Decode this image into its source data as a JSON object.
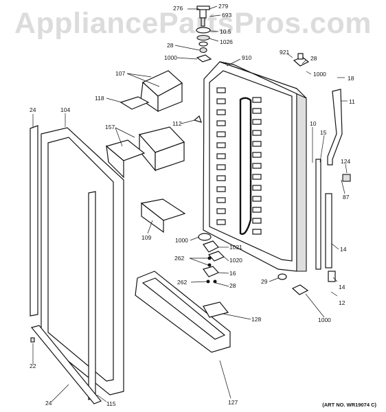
{
  "watermark": "AppliancePartsPros.com",
  "art_number": "(ART NO. WR19074 C)",
  "callouts": [
    {
      "id": "276"
    },
    {
      "id": "279"
    },
    {
      "id": "693"
    },
    {
      "id": "10.5"
    },
    {
      "id": "1026"
    },
    {
      "id": "28",
      "key": "top-left"
    },
    {
      "id": "1000",
      "key": "top"
    },
    {
      "id": "910"
    },
    {
      "id": "921"
    },
    {
      "id": "28",
      "key": "top-right"
    },
    {
      "id": "1000",
      "key": "right"
    },
    {
      "id": "18"
    },
    {
      "id": "11"
    },
    {
      "id": "107"
    },
    {
      "id": "118"
    },
    {
      "id": "112"
    },
    {
      "id": "24",
      "key": "top"
    },
    {
      "id": "104"
    },
    {
      "id": "157"
    },
    {
      "id": "10"
    },
    {
      "id": "15"
    },
    {
      "id": "124"
    },
    {
      "id": "87"
    },
    {
      "id": "109"
    },
    {
      "id": "1000",
      "key": "mid"
    },
    {
      "id": "1021"
    },
    {
      "id": "262",
      "key": "upper"
    },
    {
      "id": "1020"
    },
    {
      "id": "16"
    },
    {
      "id": "14",
      "key": "upper"
    },
    {
      "id": "262",
      "key": "lower"
    },
    {
      "id": "28",
      "key": "lower"
    },
    {
      "id": "29"
    },
    {
      "id": "14",
      "key": "lower"
    },
    {
      "id": "12"
    },
    {
      "id": "1000",
      "key": "bottom"
    },
    {
      "id": "128"
    },
    {
      "id": "22"
    },
    {
      "id": "24",
      "key": "bottom"
    },
    {
      "id": "115"
    },
    {
      "id": "127"
    }
  ]
}
